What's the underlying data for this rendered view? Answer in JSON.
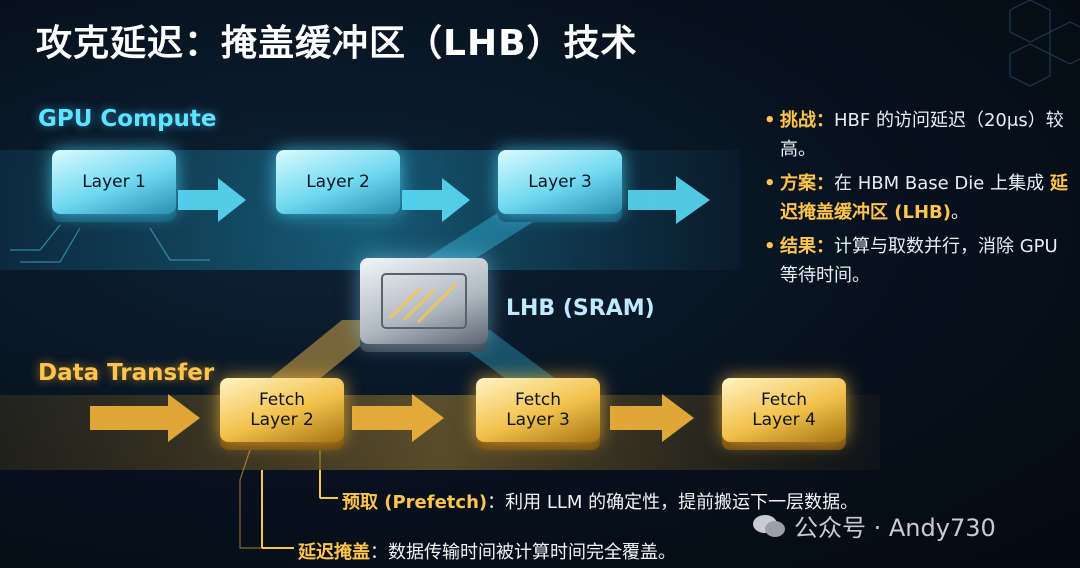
{
  "title": "攻克延迟：掩盖缓冲区（LHB）技术",
  "lanes": {
    "compute": "GPU Compute",
    "transfer": "Data Transfer"
  },
  "compute_chips": [
    "Layer 1",
    "Layer 2",
    "Layer 3"
  ],
  "fetch_chips": [
    {
      "line1": "Fetch",
      "line2": "Layer 2"
    },
    {
      "line1": "Fetch",
      "line2": "Layer 3"
    },
    {
      "line1": "Fetch",
      "line2": "Layer 4"
    }
  ],
  "lhb_label": "LHB (SRAM)",
  "bullets": [
    {
      "key": "挑战：",
      "text": "HBF 的访问延迟（20μs）较高。"
    },
    {
      "key": "方案：",
      "text": "在 HBM Base Die 上集成",
      "highlight": "延迟掩盖缓冲区 (LHB)",
      "tail": "。"
    },
    {
      "key": "结果：",
      "text": "计算与取数并行，消除 GPU 等待时间。"
    }
  ],
  "notes": [
    {
      "key": "预取 (Prefetch)",
      "text": "：利用 LLM 的确定性，提前搬运下一层数据。"
    },
    {
      "key": "延迟掩盖",
      "text": "：数据传输时间被计算时间完全覆盖。"
    }
  ],
  "watermark": "公众号 · Andy730",
  "colors": {
    "cyan": "#5fe4ff",
    "gold": "#ffc44d",
    "background": "#07111d"
  }
}
